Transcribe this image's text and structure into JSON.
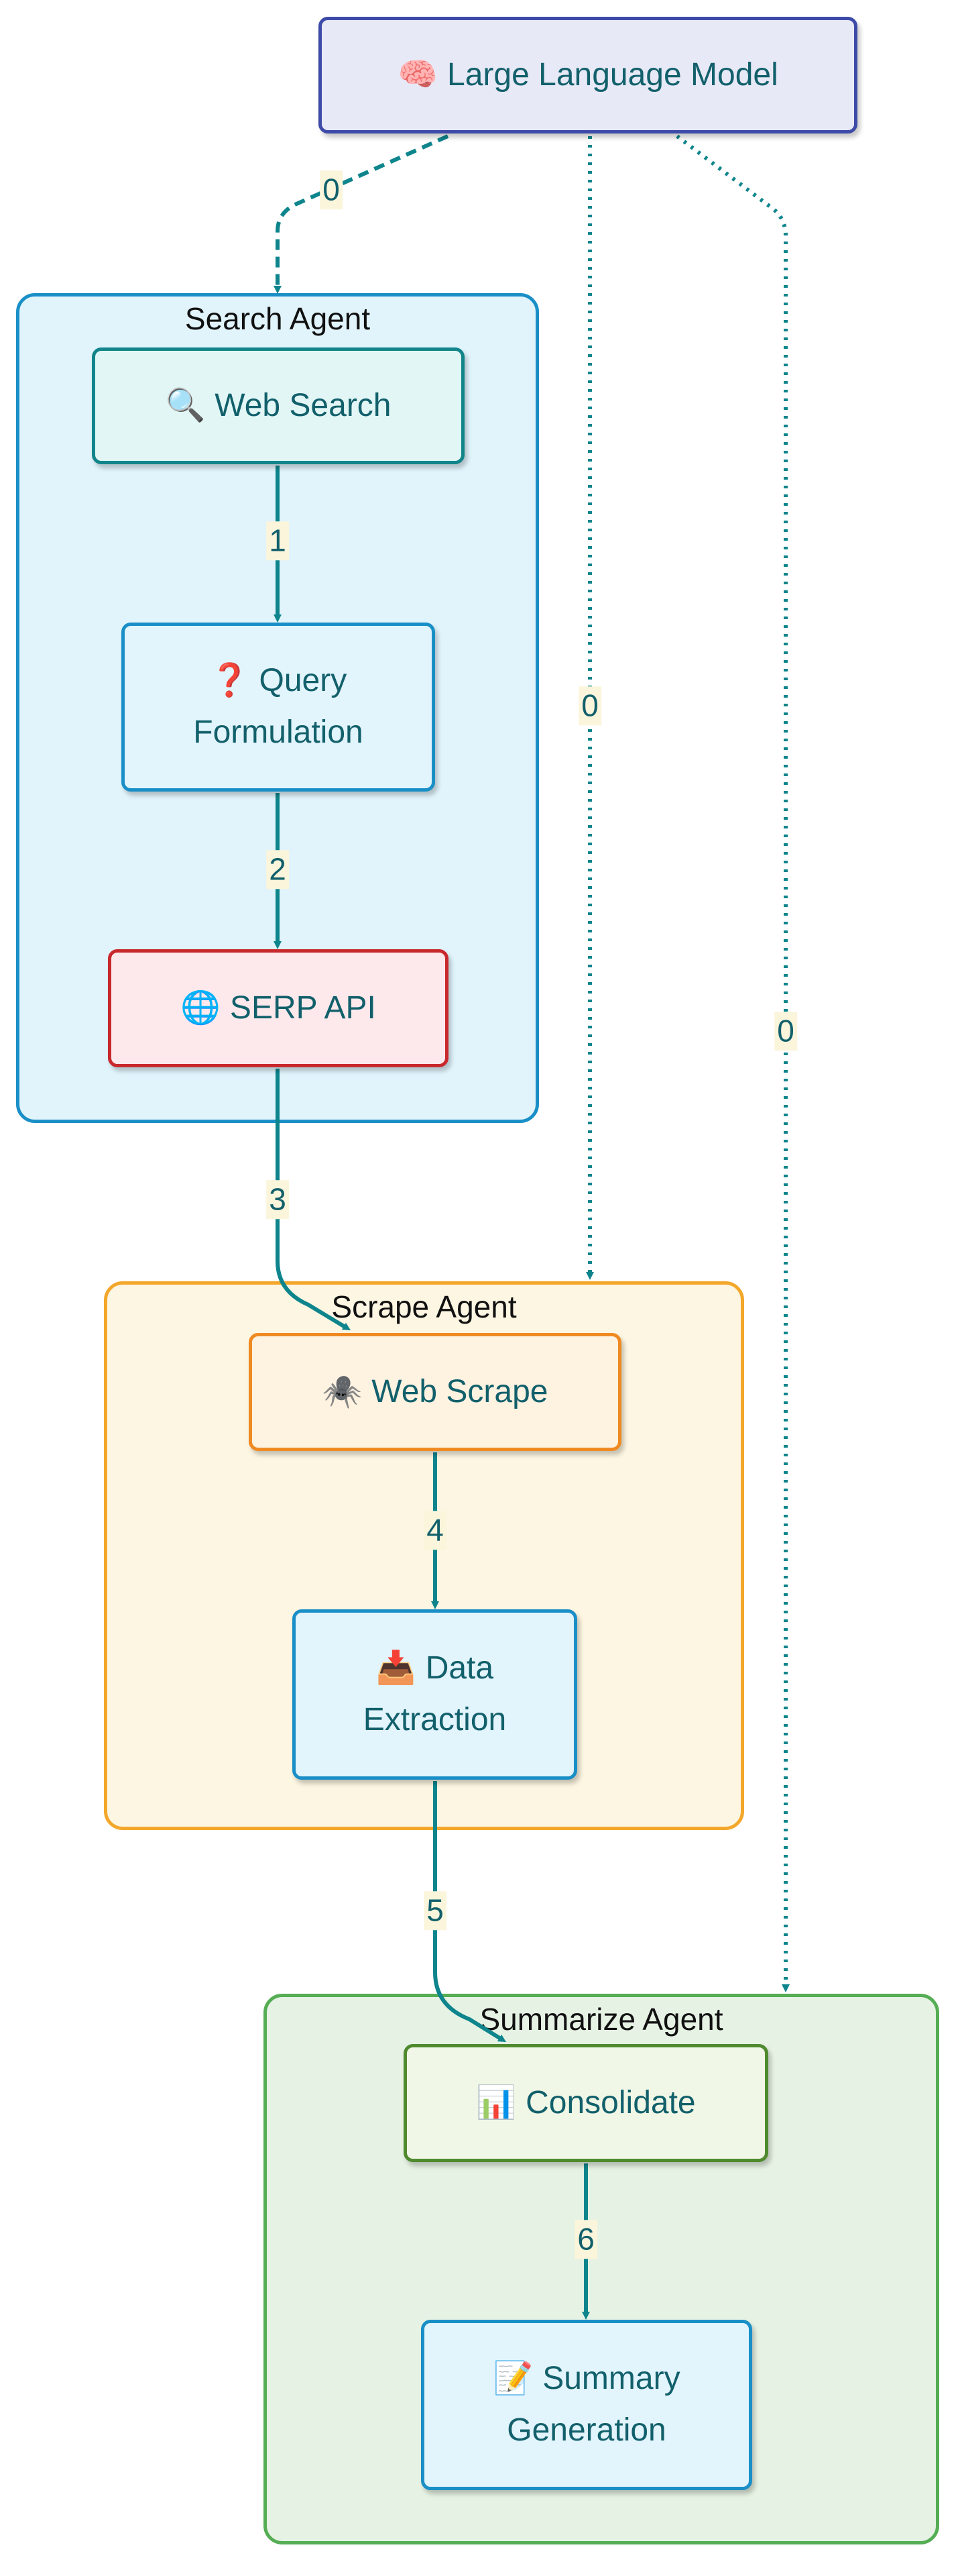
{
  "colors": {
    "edge": "#0e858c",
    "text": "#12606b"
  },
  "groups": {
    "search": {
      "title": "Search Agent"
    },
    "scrape": {
      "title": "Scrape Agent"
    },
    "summarize": {
      "title": "Summarize Agent"
    }
  },
  "nodes": {
    "llm": {
      "icon": "🧠",
      "label": "Large Language Model"
    },
    "web_search": {
      "icon": "🔍",
      "label": "Web Search"
    },
    "query": {
      "icon": "❓",
      "label": "Query Formulation"
    },
    "serp": {
      "icon": "🌐",
      "label": "SERP API"
    },
    "web_scrape": {
      "icon": "🕷️",
      "label": "Web Scrape"
    },
    "extract": {
      "icon": "📥",
      "label": "Data Extraction"
    },
    "consolidate": {
      "icon": "📊",
      "label": "Consolidate"
    },
    "summary": {
      "icon": "📝",
      "label": "Summary Generation"
    }
  },
  "edges": {
    "llm_search": "0",
    "llm_scrape": "0",
    "llm_summarize": "0",
    "search_query": "1",
    "query_serp": "2",
    "serp_scrape": "3",
    "scrape_extract": "4",
    "extract_consolidate": "5",
    "consolidate_summary": "6"
  }
}
